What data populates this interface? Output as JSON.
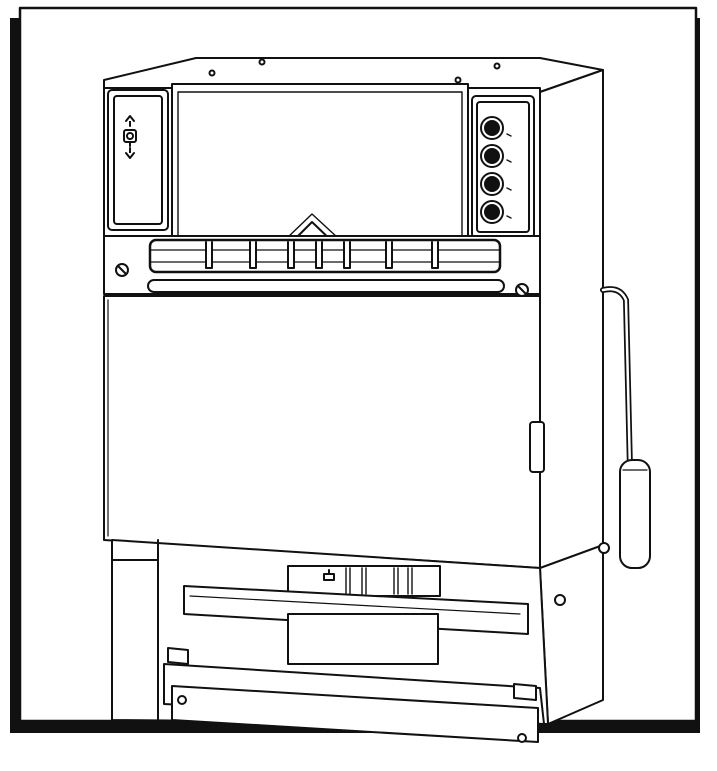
{
  "figure": {
    "subject": "machine-line-drawing",
    "style": "black line art on white with drop-shadowed frame",
    "colors": {
      "ink": "#111111",
      "paper": "#ffffff",
      "shadow": "#111111"
    },
    "control_panel": {
      "toggle_switch_icon": "toggle-switch-icon",
      "arrow_up_icon": "arrow-up-icon",
      "arrow_down_icon": "arrow-down-icon",
      "knob_count": 4
    },
    "roller_clip_count": 7
  }
}
